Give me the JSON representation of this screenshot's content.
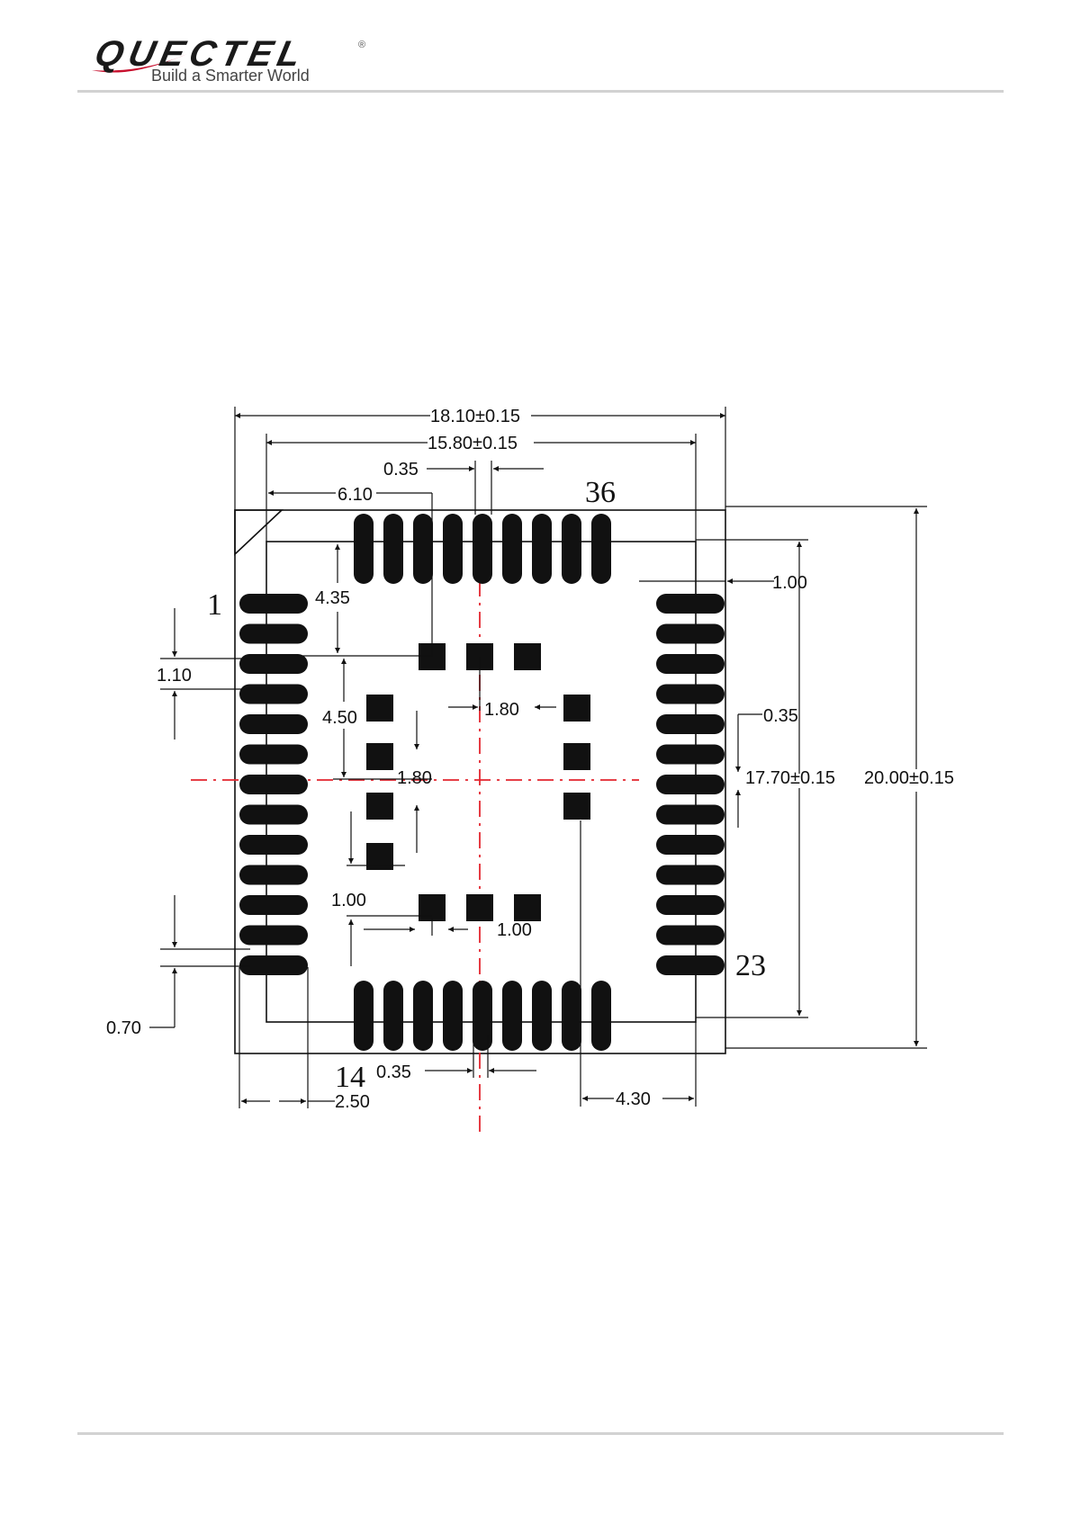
{
  "header": {
    "brand": "QUECTEL",
    "tagline": "Build a Smarter World",
    "registered": "®",
    "swoosh_color": "#c8102e"
  },
  "drawing": {
    "pin_labels": {
      "pin1": "1",
      "pin14": "14",
      "pin23": "23",
      "pin36": "36"
    },
    "dimensions": {
      "overall_width": "18.10±0.15",
      "inner_width": "15.80±0.15",
      "pitch_top": "0.35",
      "top_offset": "6.10",
      "edge_right": "1.00",
      "pad_top_gap": "4.35",
      "pitch_left": "1.10",
      "center_pad_gap": "4.50",
      "center_spacing_h": "1.80",
      "pad_width_right": "0.35",
      "center_spacing_v": "1.80",
      "inner_height": "17.70±0.15",
      "overall_height": "20.00±0.15",
      "pad_size_v": "1.00",
      "pad_size_h": "1.00",
      "pad_length_left": "0.70",
      "pitch_bottom": "0.35",
      "pad_span": "2.50",
      "bottom_offset": "4.30"
    },
    "line_color": "#111111",
    "centerline_color": "#e3262f"
  }
}
